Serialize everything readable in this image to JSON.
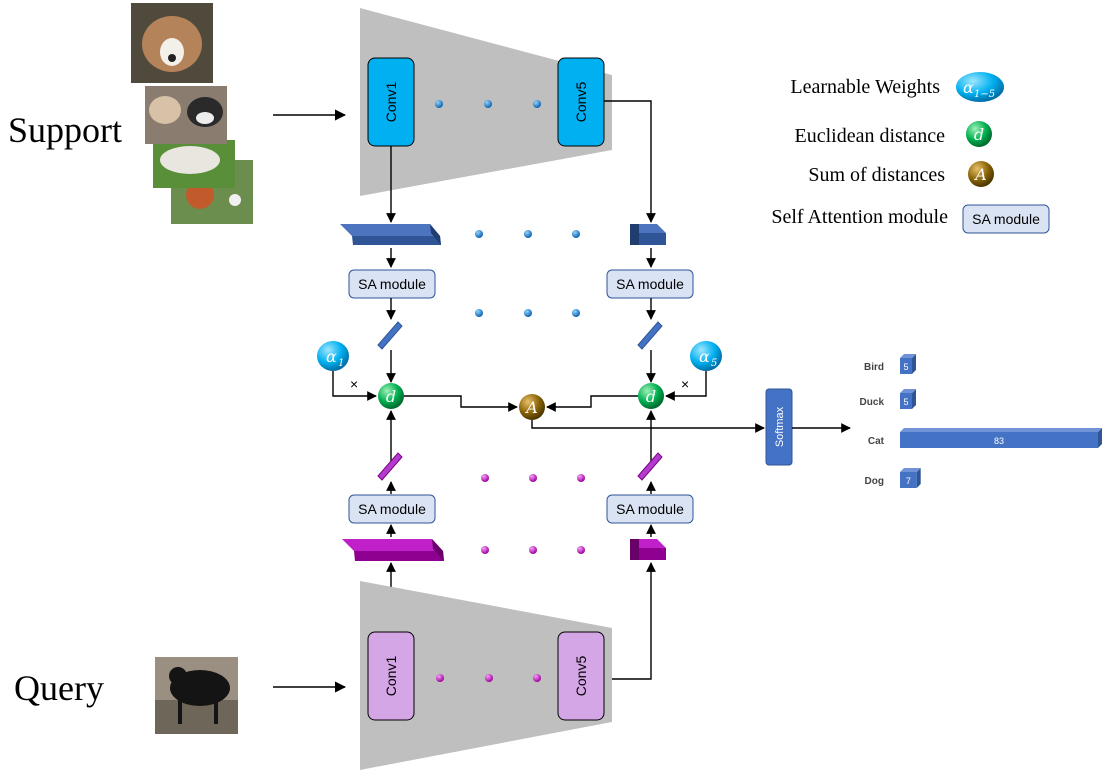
{
  "labels": {
    "support": "Support",
    "query": "Query",
    "conv1": "Conv1",
    "conv5": "Conv5",
    "sa_module": "SA module",
    "softmax": "Softmax",
    "times": "×",
    "d": "d",
    "A": "A",
    "alpha": "α",
    "alpha_sub_1": "1",
    "alpha_sub_5": "5",
    "alpha_sub_range": "1−5"
  },
  "legend": [
    {
      "label": "Learnable Weights",
      "icon": "alpha-weight-icon"
    },
    {
      "label": "Euclidean distance",
      "icon": "euclidean-distance-icon"
    },
    {
      "label": "Sum of distances",
      "icon": "sum-of-distances-icon"
    },
    {
      "label": "Self Attention module",
      "icon": "sa-module-icon"
    }
  ],
  "colors": {
    "support_conv": "#00b0f0",
    "query_conv": "#d5a6e6",
    "support_feature": "#2f5597",
    "query_feature": "#a020a0",
    "distance_node": "#00b050",
    "sum_node": "#8b6508",
    "weight_node": "#00b0f0",
    "bar": "#4472c4",
    "softmax": "#4472c4",
    "funnel": "#bfbfbf",
    "sa_module": "#dae3f3"
  },
  "chart_data": {
    "type": "bar",
    "orientation": "horizontal",
    "categories": [
      "Bird",
      "Duck",
      "Cat",
      "Dog"
    ],
    "values": [
      5,
      5,
      83,
      7
    ],
    "title": "",
    "xlabel": "",
    "ylabel": ""
  }
}
